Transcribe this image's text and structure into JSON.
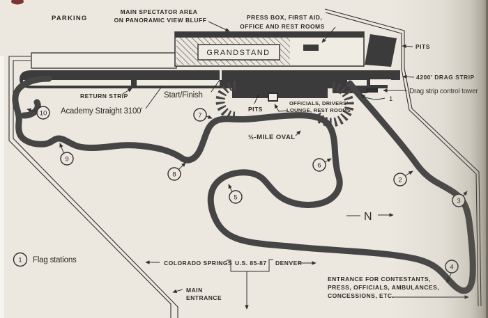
{
  "labels": {
    "parking": "PARKING",
    "spectator_line1": "MAIN SPECTATOR AREA",
    "spectator_line2": "ON PANORAMIC VIEW BLUFF",
    "press_line1": "PRESS BOX, FIRST AID,",
    "press_line2": "OFFICE AND REST ROOMS",
    "grandstand": "GRANDSTAND",
    "pits_right": "PITS",
    "drag_strip": "4200' DRAG STRIP",
    "control_tower": "Drag strip control tower",
    "return_strip": "RETURN STRIP",
    "start_finish": "Start/Finish",
    "academy_straight": "Academy Straight 3100'",
    "pits_center": "PITS",
    "officials_line1": "OFFICIALS, DRIVERS'",
    "officials_line2": "LOUNGE, REST ROOMS",
    "half_mile_oval": "½-MILE OVAL",
    "north": "N",
    "colorado_springs": "COLORADO SPRINGS",
    "highway": "U.S. 85-87",
    "denver": "DENVER",
    "main_entrance_line1": "MAIN",
    "main_entrance_line2": "ENTRANCE",
    "entrance_line1": "ENTRANCE FOR CONTESTANTS,",
    "entrance_line2": "PRESS, OFFICIALS, AMBULANCES,",
    "entrance_line3": "CONCESSIONS, ETC.",
    "legend_flag_stations": "Flag stations",
    "legend_number": "1"
  },
  "flag_stations": {
    "s1": "1",
    "s2": "2",
    "s3": "3",
    "s4": "4",
    "s5": "5",
    "s6": "6",
    "s7": "7",
    "s8": "8",
    "s9": "9",
    "s10": "10"
  },
  "colors": {
    "paper": "#ece8df",
    "track_ink": "#454545",
    "block_ink": "#3b3b3b",
    "text_ink": "#2d2a26"
  }
}
